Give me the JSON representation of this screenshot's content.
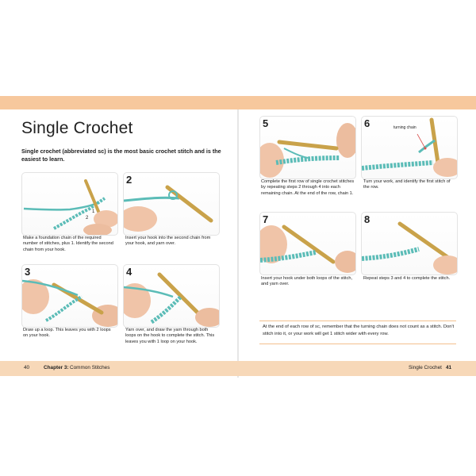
{
  "title": "Single Crochet",
  "intro": "Single crochet (abbreviated sc) is the most basic crochet stitch and is the easiest to learn.",
  "steps": [
    {
      "num": "1",
      "caption": "Make a foundation chain of the required number of stitches, plus 1. Identify the second chain from your hook.",
      "labels": [
        "1",
        "2"
      ]
    },
    {
      "num": "2",
      "caption": "Insert your hook into the second chain from your hook, and yarn over."
    },
    {
      "num": "3",
      "caption": "Draw up a loop. This leaves you with 2 loops on your hook."
    },
    {
      "num": "4",
      "caption": "Yarn over, and draw the yarn through both loops on the hook to complete the stitch. This leaves you with 1 loop on your hook."
    },
    {
      "num": "5",
      "caption": "Complete the first row of single crochet stitches by repeating steps 2 through 4 into each remaining chain. At the end of the row, chain 1."
    },
    {
      "num": "6",
      "caption": "Turn your work, and identify the first stitch of the row.",
      "callout": "turning chain"
    },
    {
      "num": "7",
      "caption": "Insert your hook under both loops of the stitch, and yarn over."
    },
    {
      "num": "8",
      "caption": "Repeat steps 3 and 4 to complete the stitch."
    }
  ],
  "tip": "At the end of each row of sc, remember that the turning chain does not count as a stitch. Don't stitch into it, or your work will get 1 stitch wider with every row.",
  "footer": {
    "left_page_num": "40",
    "chapter_label": "Chapter 3:",
    "chapter_name": "Common Stitches",
    "right_title": "Single Crochet",
    "right_page_num": "41"
  },
  "colors": {
    "band": "#f7c89d",
    "footer": "#f7d8b8",
    "yarn": "#5bbcb7",
    "hook": "#c9a24a",
    "skin": "#f0c4a8",
    "callout": "#d9534f"
  }
}
